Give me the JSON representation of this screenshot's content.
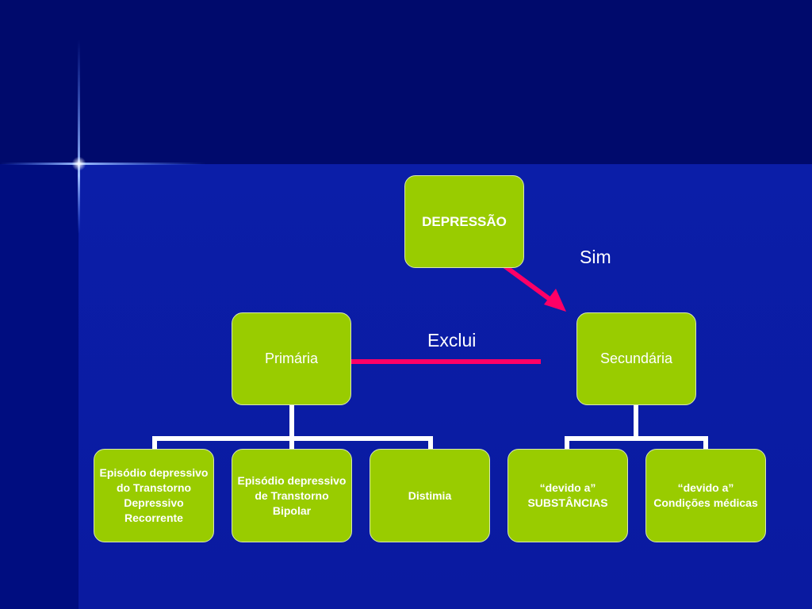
{
  "root": {
    "label": "DEPRESSÃO"
  },
  "primary": {
    "label": "Primária"
  },
  "secondary": {
    "label": "Secundária"
  },
  "relations": {
    "yes_label": "Sim",
    "excludes_label": "Exclui"
  },
  "primary_children": [
    {
      "label": "Episódio depressivo\ndo Transtorno\nDepressivo\nRecorrente"
    },
    {
      "label": "Episódio depressivo\nde Transtorno\nBipolar"
    },
    {
      "label": "Distimia"
    }
  ],
  "secondary_children": [
    {
      "label": "“devido a”\nSUBSTÂNCIAS"
    },
    {
      "label": "“devido a”\nCondições médicas"
    }
  ],
  "colors": {
    "node_fill": "#99cc00",
    "arrow": "#ff0066",
    "connector": "#ffffff",
    "background": "#0a1aa6"
  }
}
